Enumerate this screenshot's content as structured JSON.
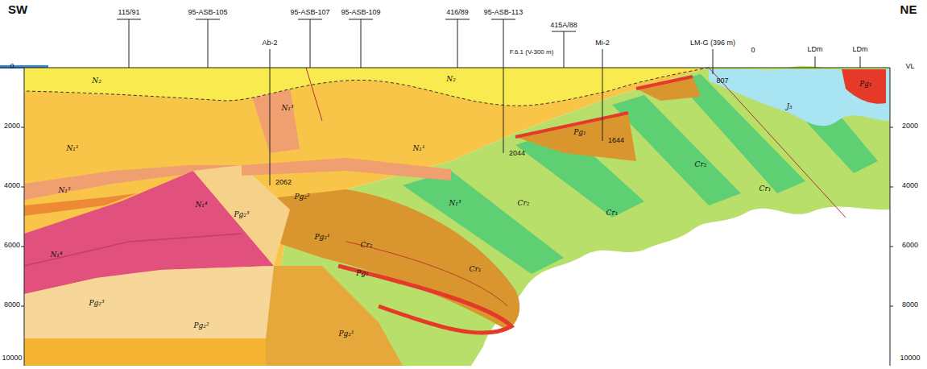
{
  "diagram": {
    "labels": [
      "SW",
      "NE",
      "115/91",
      "95-ASB-105",
      "Ab-2",
      "95-ASB-107",
      "95-ASB-109",
      "416/89",
      "95-ASB-113",
      "415A/88",
      "F.6.1 (V-300 m)",
      "Mi-2",
      "LM-G (396 m)",
      "0",
      "LDm",
      "LDm",
      "VL",
      "0",
      "2000",
      "4000",
      "6000",
      "8000",
      "10000",
      "2000",
      "4000",
      "6000",
      "8000",
      "10000",
      "2062",
      "2044",
      "1644",
      "807",
      "N₂",
      "N₂",
      "N₁¹",
      "N₁¹",
      "N₁³",
      "N₁³",
      "N₁³",
      "N₁⁴",
      "N₁⁴",
      "Pg₂³",
      "Pg₂³",
      "Pg₂²",
      "Pg₂²",
      "Pg₂¹",
      "Pg₂¹",
      "Cr₂",
      "Cr₂",
      "Cr₂",
      "Cr₁",
      "Cr₁",
      "Cr₁",
      "Pg₁",
      "Pg₁",
      "J₃",
      "Pg₁"
    ]
  }
}
